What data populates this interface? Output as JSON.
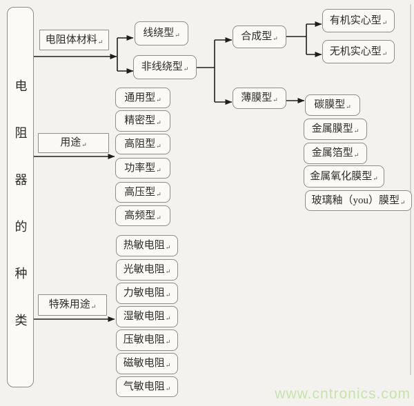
{
  "diagram": {
    "root": "电阻器的种类",
    "branch_material": {
      "label": "电阻体材料",
      "wirewound": "线绕型",
      "non_wirewound": {
        "label": "非线绕型",
        "composite": {
          "label": "合成型",
          "organic_solid": "有机实心型",
          "inorganic_solid": "无机实心型"
        },
        "film": {
          "label": "薄膜型",
          "types": [
            "碳膜型",
            "金属膜型",
            "金属箔型",
            "金属氧化膜型",
            "玻璃釉（you）膜型"
          ]
        }
      }
    },
    "branch_usage": {
      "label": "用途",
      "types": [
        "通用型",
        "精密型",
        "高阻型",
        "功率型",
        "高压型",
        "高频型"
      ]
    },
    "branch_special": {
      "label": "特殊用途",
      "types": [
        "热敏电阻",
        "光敏电阻",
        "力敏电阻",
        "湿敏电阻",
        "压敏电阻",
        "磁敏电阻",
        "气敏电阻"
      ]
    }
  },
  "marks": {
    "return": "↵"
  },
  "watermark": {
    "text": "www.cntronics.com",
    "color": "#c6e5a9"
  },
  "colors": {
    "background": "#f3f2ee",
    "box_fill": "#faf9f6",
    "box_border": "#8e8c88",
    "line": "#1f1e1c",
    "text": "#2e2c2a"
  }
}
